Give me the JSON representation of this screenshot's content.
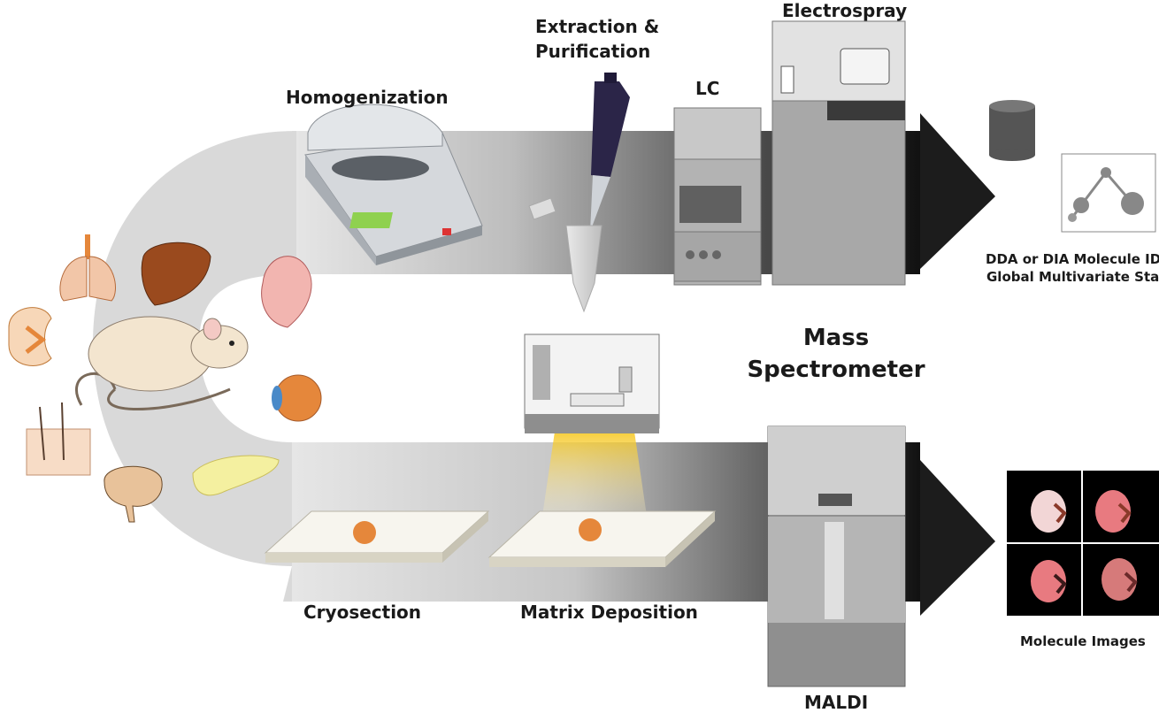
{
  "labels": {
    "extraction_line1": "Extraction &",
    "extraction_line2": "Purification",
    "electrospray": "Electrospray",
    "homogenization": "Homogenization",
    "lc": "LC",
    "dda_line1": "DDA or DIA Molecule ID",
    "dda_line2": "Global Multivariate Stat",
    "mass_line1": "Mass",
    "mass_line2": "Spectrometer",
    "cryosection": "Cryosection",
    "matrix_deposition": "Matrix Deposition",
    "molecule_images": "Molecule Images",
    "maldi": "MALDI"
  },
  "colors": {
    "flow_band": "#d9d9d9",
    "arrow_dark": "#1c1c1c",
    "instrument_gray": "#9a9a9a",
    "organ_orange": "#e5873b",
    "organ_pink": "#f2b5b0",
    "liver_brown": "#9a4a1e",
    "pipette_purple": "#2b2548",
    "lamp_yellow": "#f5c518"
  },
  "icons": [
    "rat-icon",
    "lungs-icon",
    "liver-icon",
    "heart-icon",
    "kidney-icon",
    "eye-icon",
    "skin-icon",
    "brain-icon",
    "pancreas-icon",
    "homogenizer-icon",
    "pipette-icon",
    "tube-icon",
    "lc-instrument-icon",
    "electrospray-instrument-icon",
    "database-icon",
    "network-graph-icon",
    "sprayer-icon",
    "slide-icon",
    "maldi-instrument-icon",
    "kidney-image-grid"
  ]
}
